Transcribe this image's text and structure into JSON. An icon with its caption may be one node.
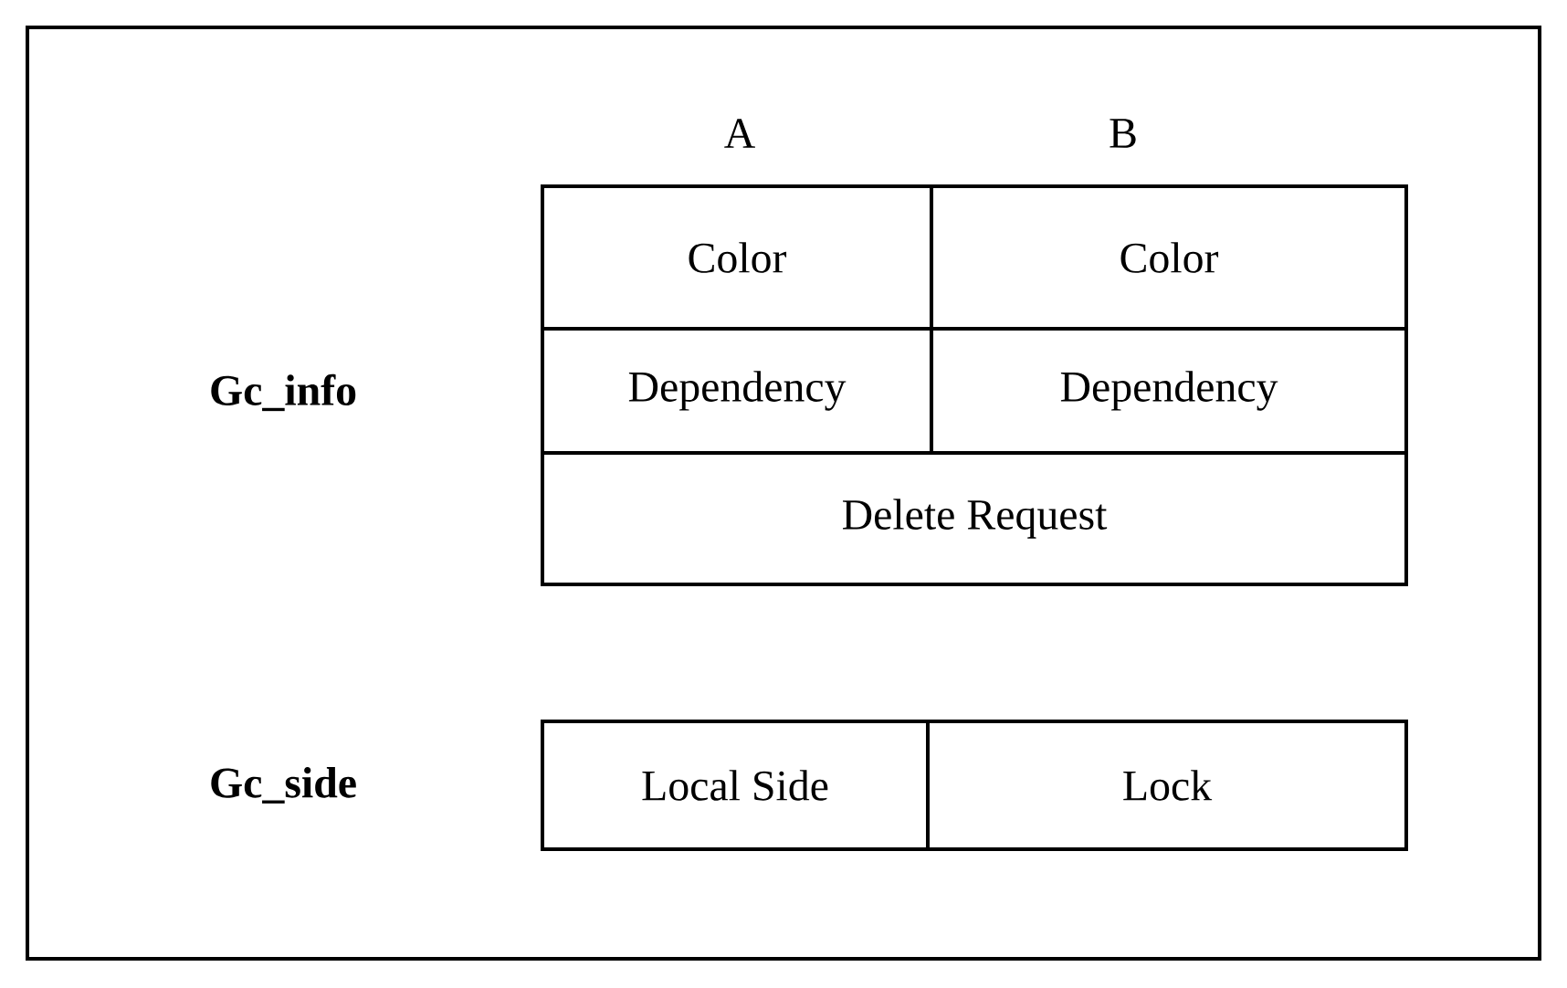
{
  "diagram": {
    "nodes": [
      {
        "text": [
          "Color"
        ]
      },
      {
        "text": [
          "Color"
        ]
      },
      {
        "text": [
          "Dependency"
        ]
      },
      {
        "text": [
          "Dependency"
        ]
      },
      {
        "text": [
          "Delete Request"
        ]
      },
      {
        "text": [
          "Local Side"
        ]
      },
      {
        "text": [
          "Lock"
        ]
      }
    ],
    "labels": [
      "A",
      "B",
      "Gc_info",
      "Gc_side"
    ]
  }
}
